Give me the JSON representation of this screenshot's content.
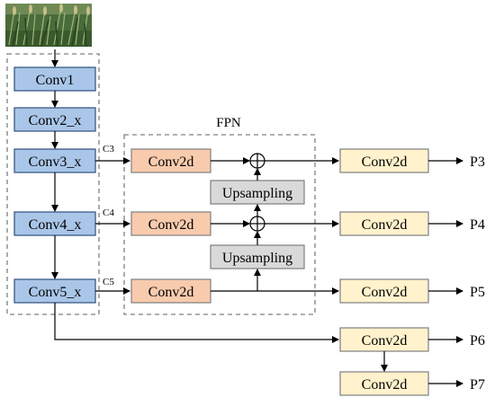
{
  "input_image": {
    "icon": "wheat-field-photo-thumbnail"
  },
  "backbone": {
    "conv1": "Conv1",
    "conv2": "Conv2_x",
    "conv3": "Conv3_x",
    "conv4": "Conv4_x",
    "conv5": "Conv5_x"
  },
  "fpn": {
    "title": "FPN",
    "lateral": [
      "Conv2d",
      "Conv2d",
      "Conv2d"
    ],
    "upsampling": [
      "Upsampling",
      "Upsampling"
    ],
    "c_labels": [
      "C3",
      "C4",
      "C5"
    ]
  },
  "heads": [
    "Conv2d",
    "Conv2d",
    "Conv2d",
    "Conv2d",
    "Conv2d"
  ],
  "outputs": [
    "P3",
    "P4",
    "P5",
    "P6",
    "P7"
  ],
  "colors": {
    "backbone_fill": "#a9c6e8",
    "backbone_stroke": "#2f4f7f",
    "lateral_fill": "#f8cbad",
    "upsample_fill": "#d9d9d9",
    "head_fill": "#fff2cc",
    "dashed": "#808080"
  }
}
